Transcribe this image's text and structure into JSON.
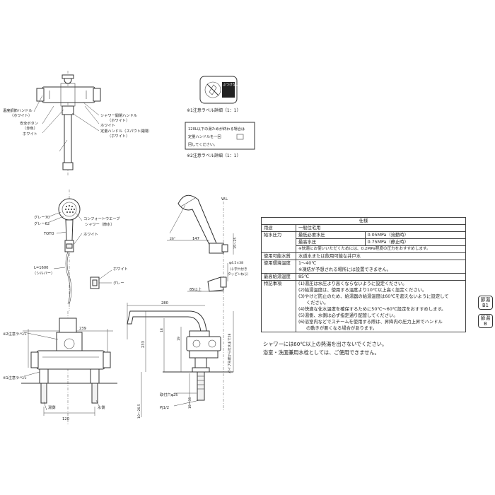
{
  "front_top": {
    "temp_handle": "温度調節ハンドル",
    "temp_handle_color": "（ホワイト）",
    "safety_button": "安全ボタン",
    "safety_button_color": "（赤色）",
    "white_1": "ホワイト",
    "shower_handle": "シャワー開閉ハンドル",
    "shower_handle_color": "（ホワイト）",
    "white_2": "ホワイト",
    "fixed_handle": "定量ハンドル（スパウト開閉）",
    "fixed_handle_color": "（ホワイト）"
  },
  "labels": {
    "label1_caption": "※1注意ラベル詳細（1：1）",
    "label2_line1": "120L以下の湯ためが終わる場合は",
    "label2_line2": "定量ハンドルを一回",
    "label2_line3": "回してください。",
    "label2_caption": "※2注意ラベル詳細（1：1）",
    "label1_text": "ぶつけないで下さい"
  },
  "shower": {
    "grey70": "グレー70",
    "grey62": "グレー62",
    "toto": "TOTO",
    "comfort_wave": "コンフォートウエーブ",
    "comfort_wave_sub": "シャワー（節水）",
    "white": "ホワイト",
    "hose": "L=1600",
    "hose_color": "（シルバー）",
    "holder_white": "ホワイト",
    "holder_grey": "グレー"
  },
  "side_view": {
    "wl": "W.L",
    "angle": "26°",
    "d147": "147",
    "d15_25": "15〜25",
    "hole": "φ4.5×38",
    "screw_line1": "（十字穴付き",
    "screw_line2": "タッピンねじ）",
    "d85": "85以上",
    "d280": "280",
    "d233": "233",
    "d18": "18",
    "d19": "19",
    "d15_35": "15〜35",
    "pipe_note": "パイプ先端から吐水まで58",
    "mount_hole": "取付穴φ25",
    "pj": "PJ1/2",
    "d10": "10〜26.5"
  },
  "front_lower": {
    "label2": "※2注意ラベル",
    "d239": "239",
    "label1": "※1注意ラベル",
    "hot_side": "湯側",
    "d120": "120",
    "cold_side": "水側"
  },
  "spec": {
    "title": "仕様",
    "rows": [
      {
        "item": "用途",
        "sub": "",
        "value": "一般住宅用"
      },
      {
        "item": "給水圧力",
        "sub": "最低必要水圧",
        "value": "0.05MPa（流動時）"
      },
      {
        "item": "",
        "sub": "最高水圧",
        "value": "0.75MPa（静止時）"
      },
      {
        "item": "",
        "sub": "",
        "value": "※快適にお使いいただくためには、0.2MPa程度の圧力をおすすめします。"
      },
      {
        "item": "使用可能水質",
        "sub": "",
        "value": "水道水または飲用可能な井戸水"
      },
      {
        "item": "使用環境温度",
        "sub": "",
        "value": "1〜40℃"
      },
      {
        "item": "",
        "sub": "",
        "value": "※凍結が予想される場所には設置できません。"
      },
      {
        "item": "最高給湯温度",
        "sub": "",
        "value": "85℃"
      },
      {
        "item": "特記事項",
        "sub": "",
        "value": "(1)湯圧は水圧より高くならないように設定ください。"
      },
      {
        "item": "",
        "sub": "",
        "value": "(2)給湯温度は、使用する温度より10℃以上高く設定ください。"
      },
      {
        "item": "",
        "sub": "",
        "value": "(3)やけど防止のため、給湯器の給湯温度は60℃を超えないように設定して"
      },
      {
        "item": "",
        "sub": "",
        "value": "ください。"
      },
      {
        "item": "",
        "sub": "",
        "value": "(4)快適な化水温度を確保するために50℃〜60℃設定をおすすめします。"
      },
      {
        "item": "",
        "sub": "",
        "value": "(5)湯側、水側は必ず指定通り配管してください。"
      },
      {
        "item": "",
        "sub": "",
        "value": "(6)浴室内などでスチームを使用する際は、昇降内の圧力上昇でハンドル"
      },
      {
        "item": "",
        "sub": "",
        "value": "の動きが悪くなる場合があります。"
      }
    ]
  },
  "notes": {
    "line1": "シャワーには60℃以上の熱湯を出さないでください。",
    "line2": "浴室・洗面兼用水栓としては、ご使用できません。"
  },
  "tags": {
    "tag1_a": "節湯",
    "tag1_b": "B1",
    "tag2_a": "節湯",
    "tag2_b": "B"
  }
}
